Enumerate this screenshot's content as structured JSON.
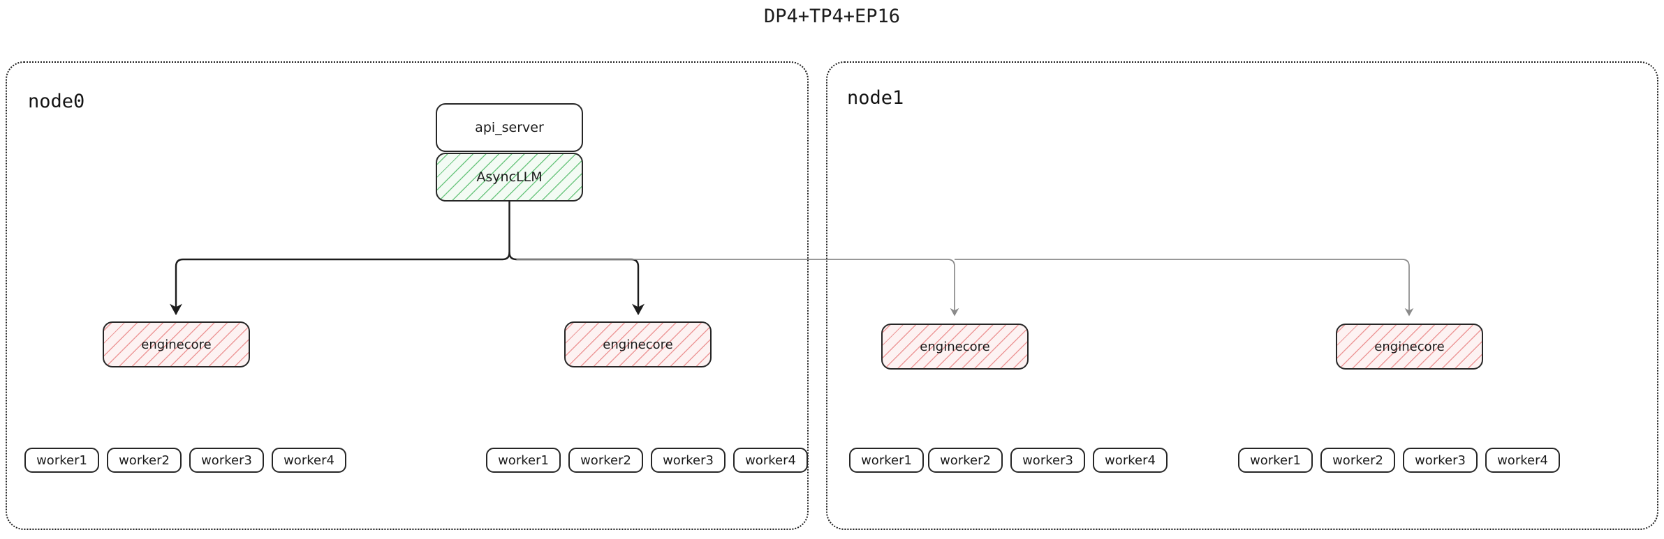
{
  "title": "DP4+TP4+EP16",
  "colors": {
    "stroke_dark": "#262626",
    "stroke_light": "#8a8a8a",
    "engine_hatch": "#e98282",
    "engine_fill": "#fdf2f2",
    "async_hatch": "#58be6e",
    "async_fill": "#f3fbf4",
    "node_border": "#1f1f1f",
    "background": "#ffffff"
  },
  "nodes": [
    {
      "id": "node0",
      "label": "node0",
      "engines": [
        {
          "label": "enginecore",
          "workers": [
            {
              "label": "worker1"
            },
            {
              "label": "worker2"
            },
            {
              "label": "worker3"
            },
            {
              "label": "worker4"
            }
          ]
        },
        {
          "label": "enginecore",
          "workers": [
            {
              "label": "worker1"
            },
            {
              "label": "worker2"
            },
            {
              "label": "worker3"
            },
            {
              "label": "worker4"
            }
          ]
        }
      ]
    },
    {
      "id": "node1",
      "label": "node1",
      "engines": [
        {
          "label": "enginecore",
          "workers": [
            {
              "label": "worker1"
            },
            {
              "label": "worker2"
            },
            {
              "label": "worker3"
            },
            {
              "label": "worker4"
            }
          ]
        },
        {
          "label": "enginecore",
          "workers": [
            {
              "label": "worker1"
            },
            {
              "label": "worker2"
            },
            {
              "label": "worker3"
            },
            {
              "label": "worker4"
            }
          ]
        }
      ]
    }
  ],
  "frontend": {
    "api_server": "api_server",
    "async_llm": "AsyncLLM"
  }
}
